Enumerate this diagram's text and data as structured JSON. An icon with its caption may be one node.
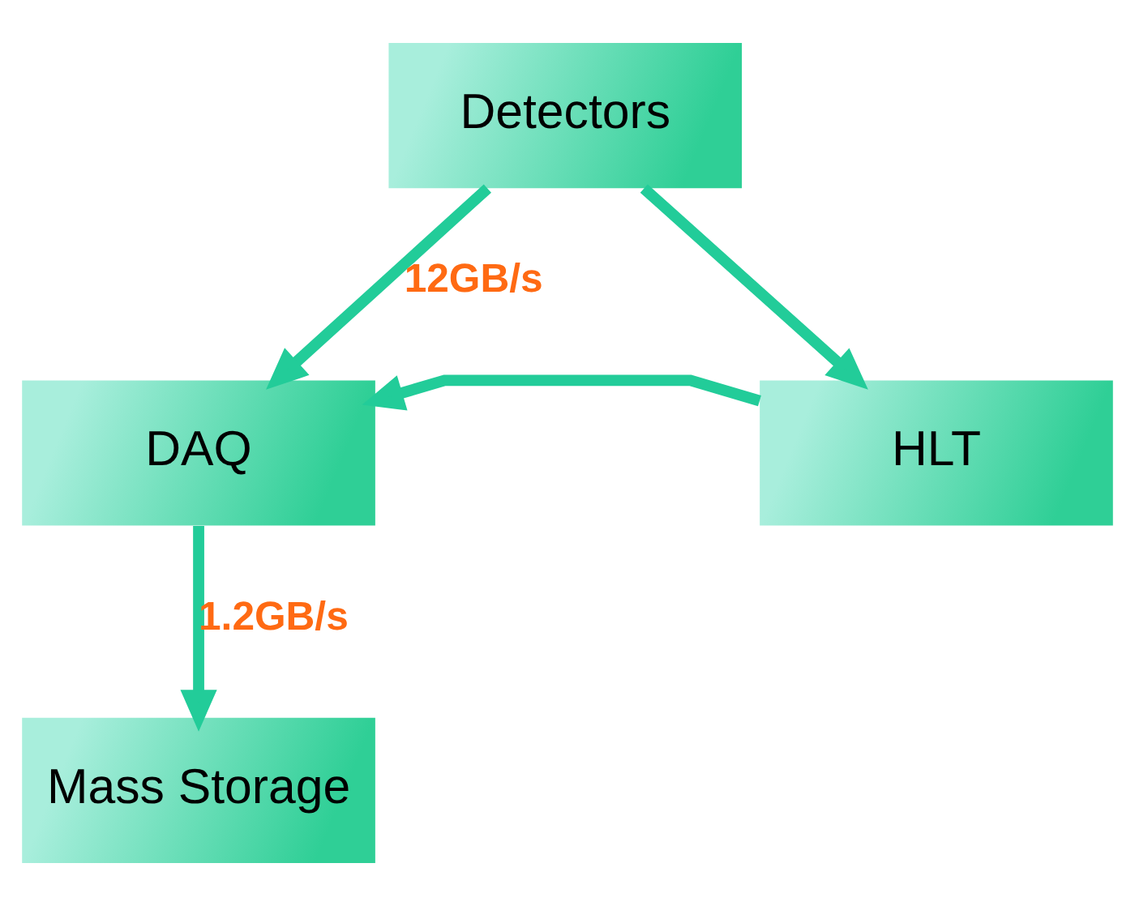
{
  "diagram": {
    "nodes": [
      {
        "text": [
          "Detectors"
        ]
      },
      {
        "text": [
          "DAQ"
        ]
      },
      {
        "text": [
          "HLT"
        ]
      },
      {
        "text": [
          "Mass Storage"
        ]
      }
    ],
    "edges": [
      {
        "from": 0,
        "to": 1,
        "arrow": "to",
        "label": "12GB/s"
      },
      {
        "from": 0,
        "to": 2,
        "arrow": "to"
      },
      {
        "from": 2,
        "to": 1,
        "arrow": "to"
      },
      {
        "from": 1,
        "to": 3,
        "arrow": "to",
        "label": "1.2GB/s"
      }
    ]
  }
}
